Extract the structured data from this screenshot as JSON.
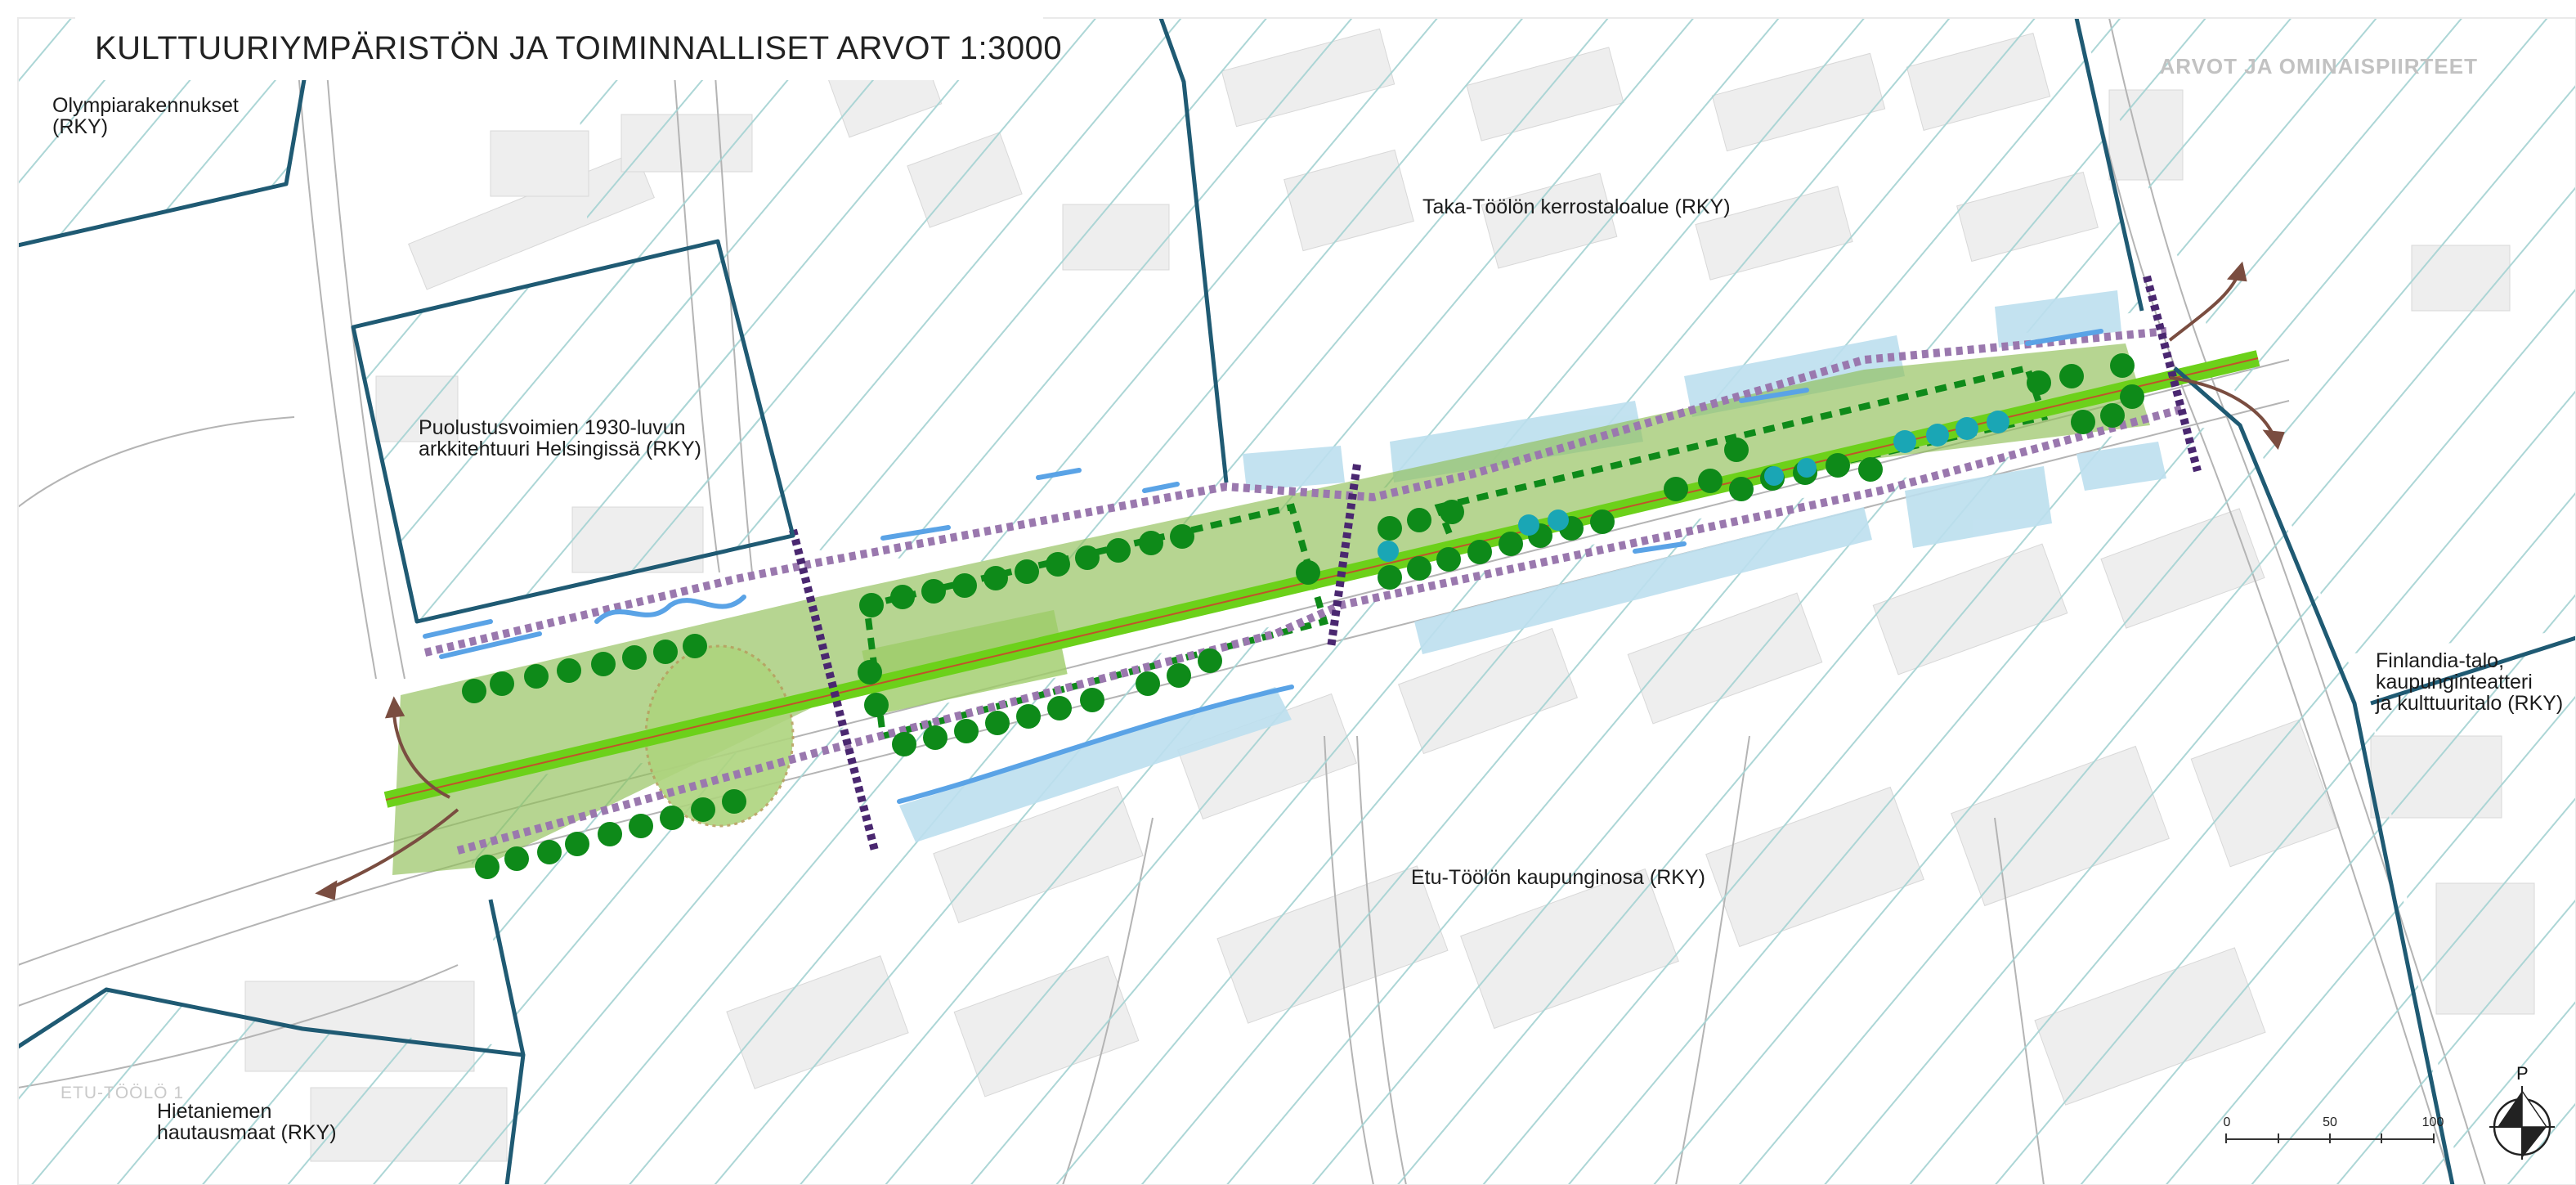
{
  "map": {
    "title": "KULTTUURIYMPÄRISTÖN JA TOIMINNALLISET ARVOT 1:3000",
    "subtitle": "ARVOT JA OMINAISPIIRTEET",
    "district_label": "ETU-TÖÖLÖ 1",
    "labels": {
      "olympic": "Olympiarakennukset\n(RKY)",
      "taka_toolo": "Taka-Töölön kerrostaloalue (RKY)",
      "defense": "Puolustusvoimien 1930-luvun\narkkitehtuuri Helsingissä (RKY)",
      "finlandia": "Finlandia-talo,\nkaupunginteatteri\nja kulttuuritalo (RKY)",
      "etu_toolo": "Etu-Töölön kaupunginosa (RKY)",
      "hietaniemi": "Hietaniemen\nhautausmaat (RKY)"
    },
    "scale": {
      "ticks": [
        "0",
        "50",
        "100"
      ]
    },
    "north_letter": "P",
    "colors": {
      "rky_boundary": "#1f5a73",
      "rky_hatch": "#a8d4d4",
      "park_fill": "#8fbe56",
      "axis": "#6cd11a",
      "tree": "#0e8a19",
      "tree_special": "#1aa6b5",
      "water_blue": "#5aa3e6",
      "facade_blue": "#bcdfee",
      "view_line": "#9a78ae",
      "gate_line": "#4a2770",
      "arrow": "#7a4d40",
      "building": "#eeeeee"
    }
  }
}
